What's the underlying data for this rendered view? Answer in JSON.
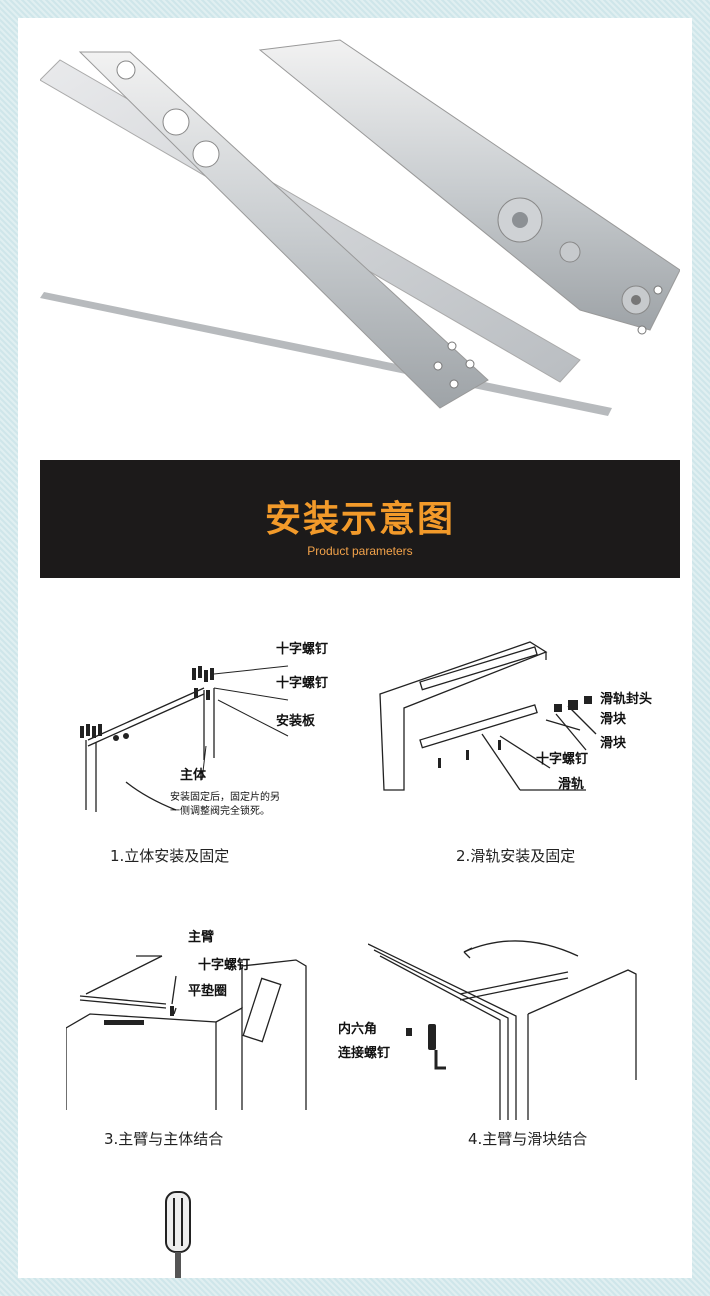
{
  "banner": {
    "title": "安装示意图",
    "subtitle": "Product parameters"
  },
  "step1": {
    "labels": [
      "十字螺钉",
      "十字螺钉",
      "安装板",
      "主体"
    ],
    "note_line1": "安装固定后，固定片的另",
    "note_line2": "一侧调整阀完全锁死。",
    "caption": "1.立体安装及固定"
  },
  "step2": {
    "labels": [
      "滑轨封头",
      "滑块",
      "滑块",
      "十字螺钉",
      "滑轨"
    ],
    "caption": "2.滑轨安装及固定"
  },
  "step3": {
    "labels": [
      "主臂",
      "十字螺钉",
      "平垫圈"
    ],
    "caption": "3.主臂与主体结合"
  },
  "step4": {
    "label_line1": "内六角",
    "label_line2": "连接螺钉",
    "caption": "4.主臂与滑块结合"
  },
  "colors": {
    "banner_bg": "#1c1a1a",
    "accent_orange": "#f29a2a",
    "frame_pattern": "#cfe6ea"
  }
}
